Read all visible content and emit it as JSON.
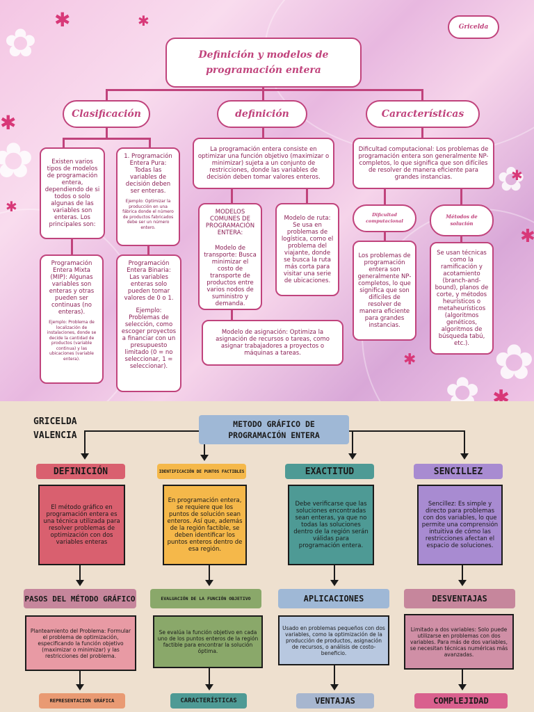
{
  "top": {
    "author_tag": "Gricelda",
    "title": "Definición y modelos de programación entera",
    "branches": {
      "clasificacion": "Clasificación",
      "definicion": "definición",
      "caracteristicas": "Características"
    },
    "clas_intro": "Existen varios tipos de modelos de programación entera, dependiendo de si todos o solo algunas de las variables son enteras. Los principales son:",
    "pura_text": "1. Programación Entera Pura: Todas las variables de decisión deben ser enteras.",
    "pura_example": "Ejemplo: Optimizar la producción en una fábrica donde el número de productos fabricados debe ser un número entero.",
    "mixta_text": "Programación Entera Mixta (MIP): Algunas variables son enteras y otras pueden ser continuas (no enteras).",
    "mixta_example": "Ejemplo: Problema de localización de instalaciones, donde se decide la cantidad de productos (variable continua) y las ubicaciones (variable entera).",
    "binaria_text": "Programación Entera Binaria: Las variables enteras solo pueden tomar valores de 0 o 1.",
    "binaria_example": "Ejemplo: Problemas de selección, como escoger proyectos a financiar con un presupuesto limitado (0 = no seleccionar, 1 = seleccionar).",
    "def_text": "La programación entera consiste en optimizar una función objetivo (maximizar o minimizar) sujeta a un conjunto de restricciones, donde las variables de decisión deben tomar valores enteros.",
    "modelos_title": "MODELOS COMUNES DE PROGRAMACIÓN ENTERA:",
    "modelos_text": "Modelo de transporte: Busca minimizar el costo de transporte de productos entre varios nodos de suministro y demanda.",
    "ruta_text": "Modelo de ruta: Se usa en problemas de logística, como el problema del viajante, donde se busca la ruta más corta para visitar una serie de ubicaciones.",
    "asignacion_text": "Modelo de asignación: Optimiza la asignación de recursos o tareas, como asignar trabajadores a proyectos o máquinas a tareas.",
    "car_text": "Dificultad computacional: Los problemas de programación entera son generalmente NP-completos, lo que significa que son difíciles de resolver de manera eficiente para grandes instancias.",
    "dificultad_label": "Dificultad computacional",
    "metodos_label": "Métodos de solución",
    "dificultad_text": "Los problemas de programación entera son generalmente NP-completos, lo que significa que son difíciles de resolver de manera eficiente para grandes instancias.",
    "metodos_text": "Se usan técnicas como la ramificación y acotamiento (branch-and-bound), planos de corte, y métodos heurísticos o metaheurísticos (algoritmos genéticos, algoritmos de búsqueda tabú, etc.)."
  },
  "bottom": {
    "author_line1": "GRICELDA",
    "author_line2": "VALENCIA",
    "title": "METODO GRÁFICO DE PROGRAMACIÓN ENTERA",
    "col1": {
      "header": "DEFINICIÓN",
      "text": "El método gráfico en programación entera es una técnica utilizada para resolver problemas de optimización con dos variables enteras",
      "header2": "PASOS DEL MÉTODO GRÁFICO",
      "text2": "Planteamiento del Problema: Formular el problema de optimización, especificando la función objetivo (maximizar o minimizar) y las restricciones del problema.",
      "footer": "REPRESENTACION GRÁFICA"
    },
    "col2": {
      "header": "IDENTIFICACIÓN DE PUNTOS FACTIBLES",
      "text": "En programación entera, se requiere que los puntos de solución sean enteros. Así que, además de la región factible, se deben identificar los puntos enteros dentro de esa región.",
      "header2": "EVALUACIÓN DE LA FUNCIÓN OBJETIVO",
      "text2": "Se evalúa la función objetivo en cada uno de los puntos enteros de la región factible para encontrar la solución óptima.",
      "footer": "CARACTERÍSTICAS"
    },
    "col3": {
      "header": "EXACTITUD",
      "text": "Debe verificarse que las soluciones encontradas sean enteras, ya que no todas las soluciones dentro de la región serán válidas para programación entera.",
      "header2": "APLICACIONES",
      "text2": "Usado en problemas pequeños con dos variables, como la optimización de la producción de productos, asignación de recursos, o análisis de costo-beneficio.",
      "footer": "VENTAJAS"
    },
    "col4": {
      "header": "SENCILLEZ",
      "text": "Sencillez: Es simple y directo para problemas con dos variables, lo que permite una comprensión intuitiva de cómo las restricciones afectan el espacio de soluciones.",
      "header2": "DESVENTAJAS",
      "text2": "Limitado a dos variables: Solo puede utilizarse en problemas con dos variables. Para más de dos variables, se necesitan técnicas numéricas más avanzadas.",
      "footer": "COMPLEJIDAD"
    },
    "colors": {
      "red": "#d9606f",
      "yellow": "#f5b84a",
      "teal": "#4e9a95",
      "purple": "#a88bd1",
      "lightblue": "#9fb8d6",
      "pink": "#c6869c",
      "green": "#8aa86a",
      "salmon": "#e99a73",
      "steel": "#a7b6cf"
    }
  }
}
